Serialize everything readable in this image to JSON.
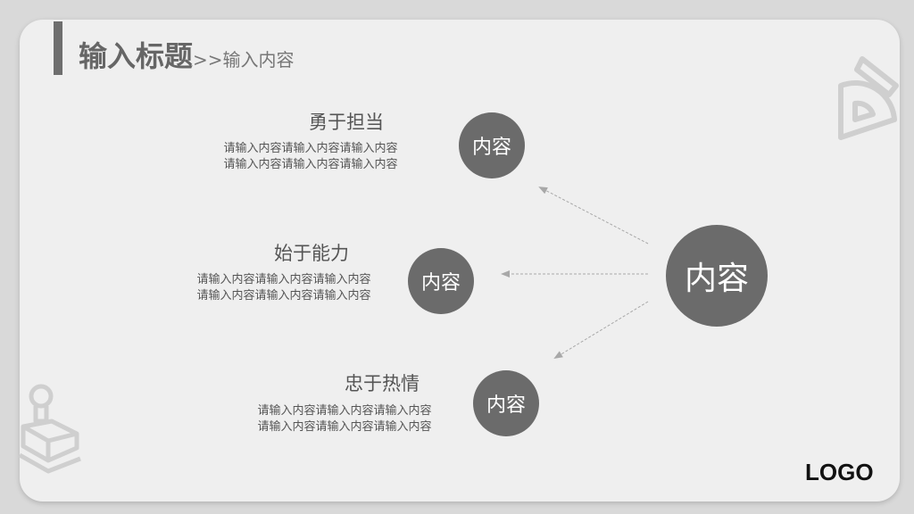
{
  "header": {
    "title": "输入标题",
    "subtitle": ">>输入内容"
  },
  "items": [
    {
      "heading": "勇于担当",
      "line1": "请输入内容请输入内容请输入内容",
      "line2": "请输入内容请输入内容请输入内容",
      "circle_label": "内容"
    },
    {
      "heading": "始于能力",
      "line1": "请输入内容请输入内容请输入内容",
      "line2": "请输入内容请输入内容请输入内容",
      "circle_label": "内容"
    },
    {
      "heading": "忠于热情",
      "line1": "请输入内容请输入内容请输入内容",
      "line2": "请输入内容请输入内容请输入内容",
      "circle_label": "内容"
    }
  ],
  "center": {
    "label": "内容"
  },
  "footer": {
    "logo": "LOGO"
  },
  "icons": {
    "top_right": "protractor-ruler-icon",
    "bottom_left": "stamp-icon"
  },
  "colors": {
    "background": "#d9d9d9",
    "card": "#efefef",
    "circle": "#6b6b6b",
    "text": "#555555"
  }
}
